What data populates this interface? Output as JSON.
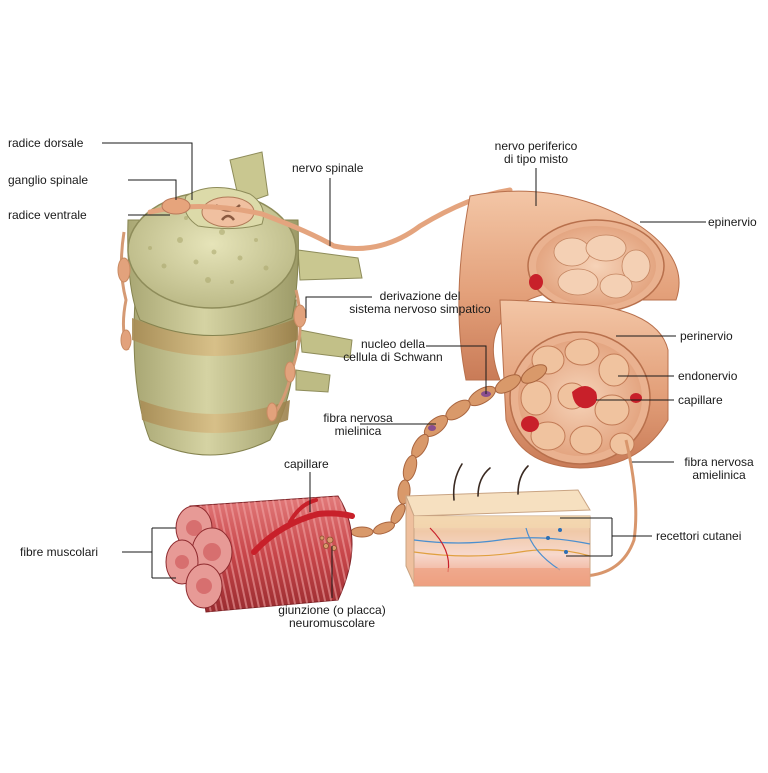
{
  "labels": {
    "dorsal_root": "radice dorsale",
    "spinal_ganglion": "ganglio spinale",
    "ventral_root": "radice ventrale",
    "spinal_nerve": "nervo spinale",
    "peripheral_nerve": [
      "nervo periferico",
      "di tipo misto"
    ],
    "sympathetic_branch": [
      "derivazione del",
      "sistema nervoso simpatico"
    ],
    "epineurium": "epinervio",
    "perineurium": "perinervio",
    "schwann_nucleus": [
      "nucleo della",
      "cellula di Schwann"
    ],
    "endoneurium": "endonervio",
    "capillary_right": "capillare",
    "myelinated_fiber": [
      "fibra nervosa",
      "mielinica"
    ],
    "unmyelinated_fiber": [
      "fibra nervosa",
      "amielinica"
    ],
    "capillary_muscle": "capillare",
    "muscle_fibers": "fibre muscolari",
    "skin_receptors": "recettori cutanei",
    "neuromuscular_junction": [
      "giunzione (o placca)",
      "neuromuscolare"
    ]
  },
  "colors": {
    "bone": "#d9d8a8",
    "bone_dark": "#9a9a62",
    "bone_pore": "#b7b47a",
    "disc": "#c9b27a",
    "nerve": "#e6a780",
    "nerve_dark": "#c97a55",
    "nerve_light": "#f2c8a8",
    "fascicle": "#f0c4a2",
    "blood": "#c8202a",
    "muscle": "#c8464a",
    "muscle_light": "#e58a8a",
    "myelin": "#d79a6a",
    "skin_top": "#f4ddb8",
    "skin_derm": "#f6cfc0",
    "skin_sub": "#f1b79c",
    "leader_line": "#1a1a1a"
  }
}
